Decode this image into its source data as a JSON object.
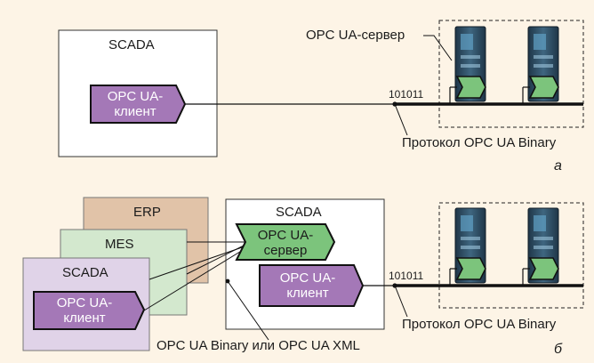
{
  "panel_a": {
    "scada_title": "SCADA",
    "client_label": "OPC UA-\nклиент",
    "server_callout": "OPC UA-сервер",
    "signal": "101011",
    "protocol": "Протокол OPC UA Binary",
    "caption": "а"
  },
  "panel_b": {
    "erp_title": "ERP",
    "mes_title": "MES",
    "scada_front_title": "SCADA",
    "scada_front_client": "OPC UA-\nклиент",
    "scada_right_title": "SCADA",
    "server_label": "OPC UA-\nсервер",
    "client_label": "OPC UA-\nклиент",
    "signal": "101011",
    "protocol": "Протокол OPC UA Binary",
    "transport_note": "OPC UA Binary или OPC UA XML",
    "caption": "б"
  },
  "colors": {
    "background": "#fdf4e6",
    "client_fill": "#a478b7",
    "server_fill": "#7cc47c",
    "erp_fill": "#e1c3a8",
    "mes_fill": "#d3e8ce",
    "scada_front_fill": "#e0d3e8",
    "device_body": "#2e4c60"
  },
  "icons": [
    "plc-device-icon",
    "opc-ua-server-tag-icon"
  ]
}
